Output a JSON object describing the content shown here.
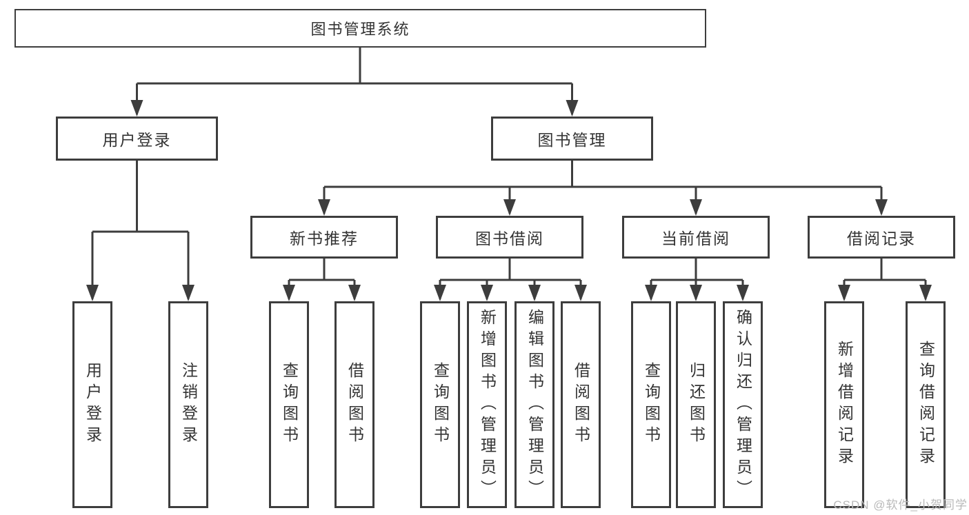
{
  "diagram": {
    "type": "hierarchy-diagram",
    "colors": {
      "line": "#3d3d3d",
      "box_border": "#3d3d3d",
      "box_background": "#ffffff",
      "text": "#333333",
      "watermark": "#b9b9b9",
      "page_background": "#ffffff"
    },
    "nodes": {
      "root": {
        "label": "图书管理系统"
      },
      "level2": [
        {
          "id": "user-login",
          "label": "用户登录"
        },
        {
          "id": "book-management",
          "label": "图书管理"
        }
      ],
      "level3": [
        {
          "id": "new-book-recommend",
          "label": "新书推荐"
        },
        {
          "id": "book-borrowing",
          "label": "图书借阅"
        },
        {
          "id": "current-borrowing",
          "label": "当前借阅"
        },
        {
          "id": "borrowing-records",
          "label": "借阅记录"
        }
      ],
      "leaves": {
        "user_login": [
          "用户登录",
          "注销登录"
        ],
        "new_book_recommend": [
          "查询图书",
          "借阅图书"
        ],
        "book_borrowing": [
          "查询图书",
          "新增图书（管理员）",
          "编辑图书（管理员）",
          "借阅图书"
        ],
        "current_borrowing": [
          "查询图书",
          "归还图书",
          "确认归还（管理员）"
        ],
        "borrowing_records": [
          "新增借阅记录",
          "查询借阅记录"
        ]
      }
    }
  },
  "watermark": {
    "text": "CSDN @软件_小贺同学"
  }
}
